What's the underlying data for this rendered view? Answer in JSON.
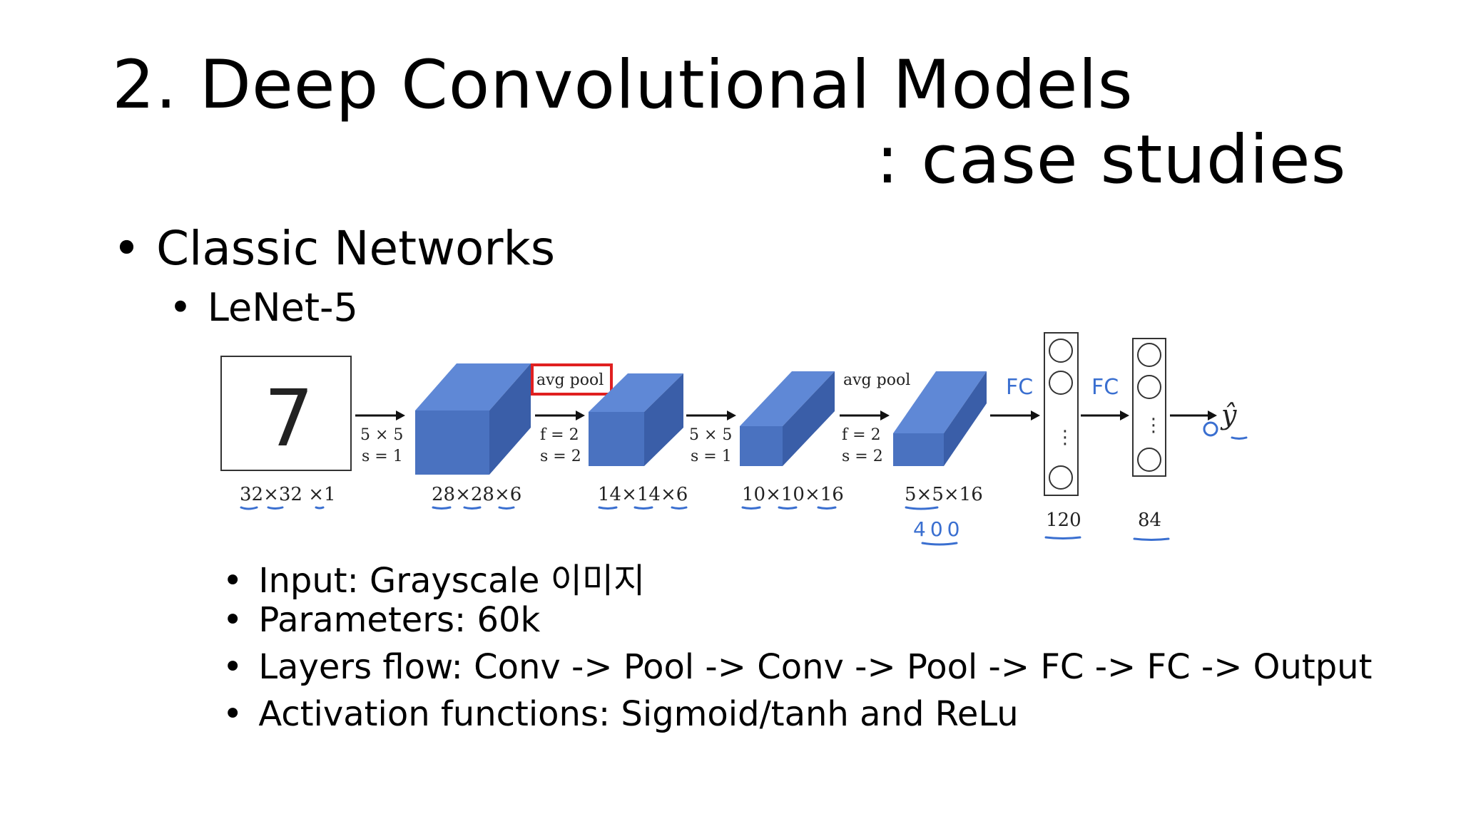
{
  "slide": {
    "title_line1": "2. Deep Convolutional Models",
    "title_line2": ": case studies",
    "bullet_main": "Classic Networks",
    "bullet_sub": "LeNet-5",
    "details": [
      "Input: Grayscale 이미지",
      "Parameters: 60k",
      "Layers flow: Conv -> Pool -> Conv -> Pool -> FC -> FC -> Output",
      "Activation functions: Sigmoid/tanh and ReLu"
    ]
  },
  "diagram": {
    "input_digit": "7",
    "input_dim": "32×32 ×1",
    "op1": {
      "line1": "5 × 5",
      "line2": "s = 1"
    },
    "layer1_dim": "28×28×6",
    "pool1_label": "avg pool",
    "op2": {
      "line1": "f = 2",
      "line2": "s = 2"
    },
    "layer2_dim": "14×14×6",
    "op3": {
      "line1": "5 × 5",
      "line2": "s = 1"
    },
    "layer3_dim": "10×10×16",
    "pool2_label": "avg pool",
    "op4": {
      "line1": "f = 2",
      "line2": "s = 2"
    },
    "layer4_dim": "5×5×16",
    "layer4_note": "400",
    "fc1_label": "FC",
    "fc1_size": "120",
    "fc2_label": "FC",
    "fc2_size": "84",
    "output_symbol": "ŷ",
    "vdots": "⋮",
    "colors": {
      "box_front": "#4a72c0",
      "box_top": "#5f88d6",
      "box_side": "#3a5ea8",
      "handwriting": "#3a6fd0",
      "highlight": "#e02020"
    }
  }
}
